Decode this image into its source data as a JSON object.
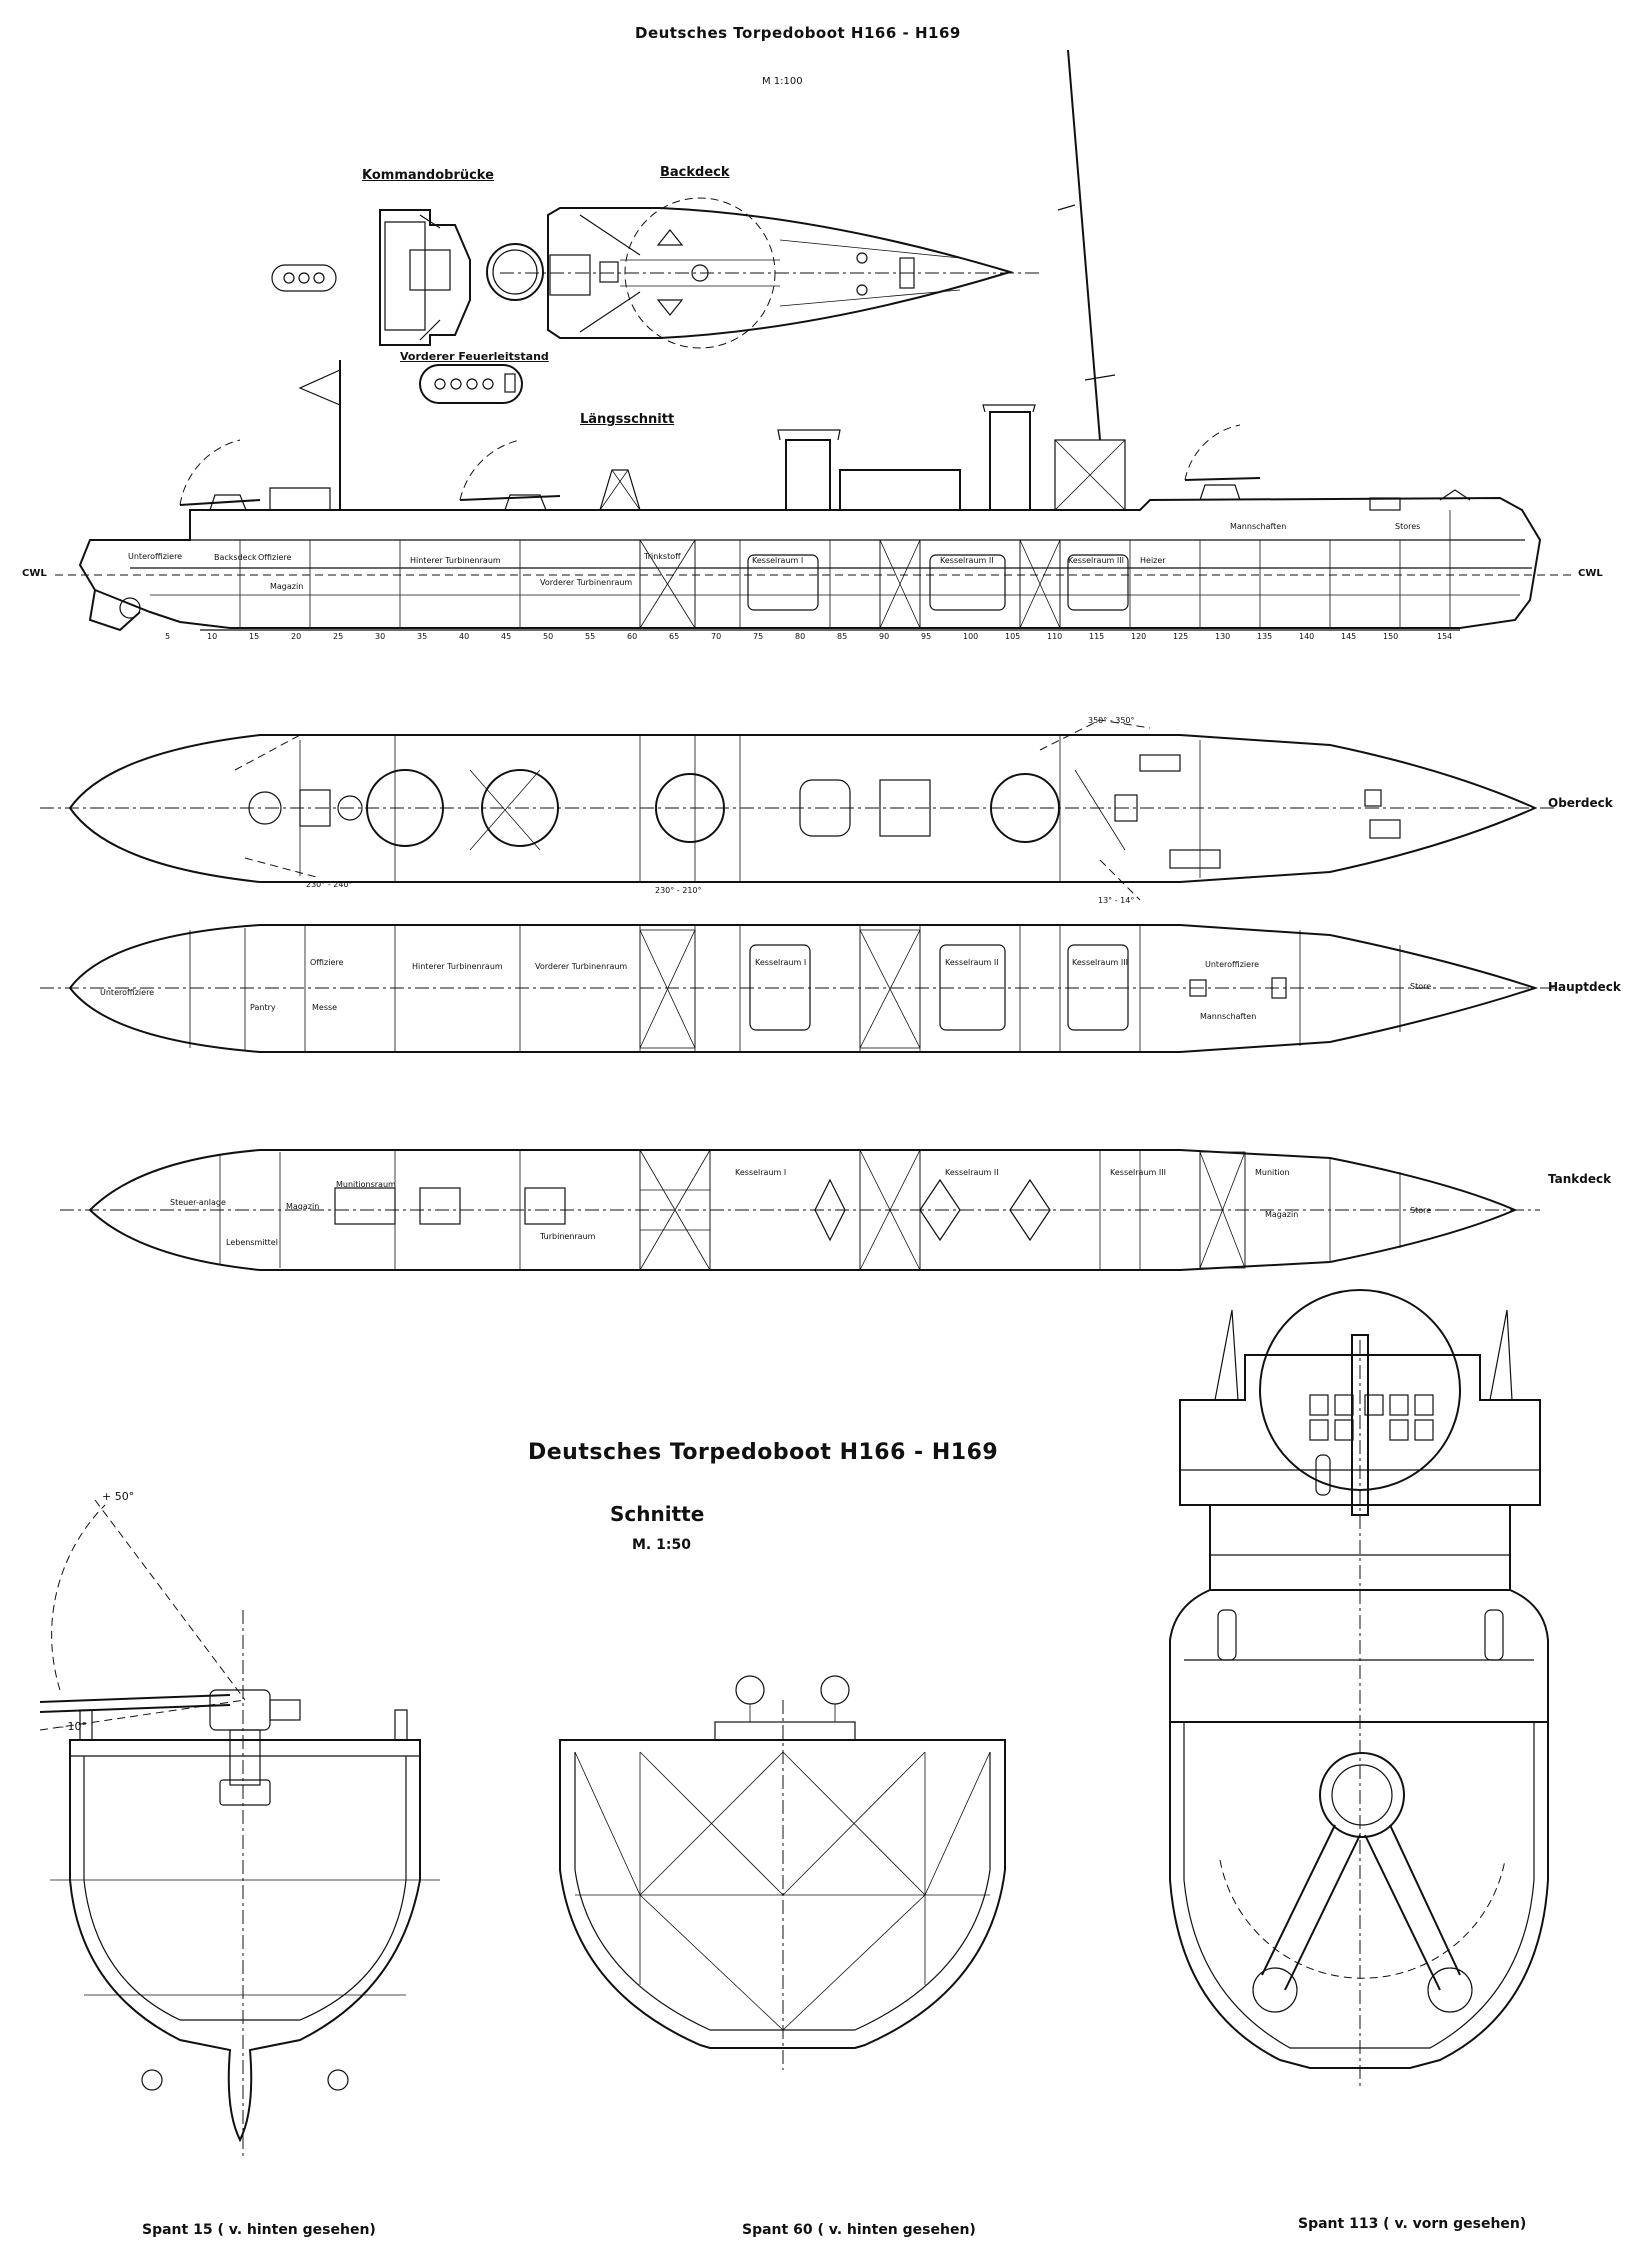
{
  "sheet1": {
    "title": "Deutsches Torpedoboot  H166 - H169",
    "scale": "M 1:100",
    "views": {
      "kommandobruecke": "Kommandobrücke",
      "backdeck": "Backdeck",
      "feuerleitstand": "Vorderer Feuerleitstand",
      "laengsschnitt": "Längsschnitt",
      "oberdeck": "Oberdeck",
      "hauptdeck": "Hauptdeck",
      "tankdeck": "Tankdeck"
    },
    "waterline": "CWL",
    "compartments_profile": [
      "Unteroffiziere",
      "Backsdeck",
      "Offiziere",
      "Hinterer Turbinenraum",
      "Vorderer Turbinenraum",
      "Trinkstoff",
      "Kesselraum I",
      "Kesselraum II",
      "Kesselraum III",
      "Heizer",
      "Mannschaften",
      "Stores",
      "Magazin"
    ],
    "compartments_hauptdeck": [
      "Unteroffiziere",
      "Offiziere",
      "Messe",
      "Pantry",
      "Hinterer Turbinenraum",
      "Vorderer Turbinenraum",
      "Kesselraum I",
      "Kesselraum II",
      "Kesselraum III",
      "Unteroffiziere",
      "Mannschaften",
      "Store"
    ],
    "compartments_tankdeck": [
      "Steuer-anlage",
      "Lebensmittel",
      "Magazin",
      "Munitionsraum",
      "Turbinenraum",
      "Kesselraum I",
      "Kesselraum II",
      "Kesselraum III",
      "Munition",
      "Magazin",
      "Store"
    ],
    "frames": [
      "5",
      "10",
      "15",
      "20",
      "25",
      "30",
      "35",
      "40",
      "45",
      "50",
      "55",
      "60",
      "65",
      "70",
      "75",
      "80",
      "85",
      "90",
      "95",
      "100",
      "105",
      "110",
      "115",
      "120",
      "125",
      "130",
      "135",
      "140",
      "145",
      "150",
      "154"
    ],
    "angles": {
      "oberdeck_aft": "230° - 240°",
      "oberdeck_mid": "230° - 210°",
      "oberdeck_fwd": "350° - 350°",
      "oberdeck_side": "13° - 14°"
    }
  },
  "sheet2": {
    "title": "Deutsches Torpedoboot  H166 - H169",
    "subtitle": "Schnitte",
    "scale": "M. 1:50",
    "gun_elev": "+ 50°",
    "gun_depr": "- 10°",
    "sections": [
      {
        "caption": "Spant 15 ( v. hinten gesehen)"
      },
      {
        "caption": "Spant 60 ( v. hinten gesehen)"
      },
      {
        "caption": "Spant 113 ( v. vorn gesehen)"
      }
    ]
  }
}
